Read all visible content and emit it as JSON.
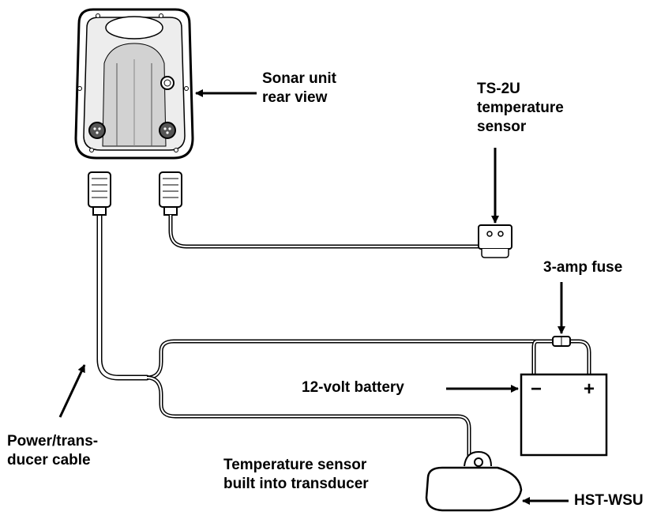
{
  "labels": {
    "sonar_unit": [
      "Sonar unit",
      "rear view"
    ],
    "ts2u": [
      "TS-2U",
      "temperature",
      "sensor"
    ],
    "fuse": "3-amp fuse",
    "battery": "12-volt battery",
    "battery_minus": "−",
    "battery_plus": "+",
    "power_cable": [
      "Power/trans-",
      "ducer cable"
    ],
    "temp_sensor": [
      "Temperature sensor",
      "built into transducer"
    ],
    "hst": "HST-WSU"
  }
}
